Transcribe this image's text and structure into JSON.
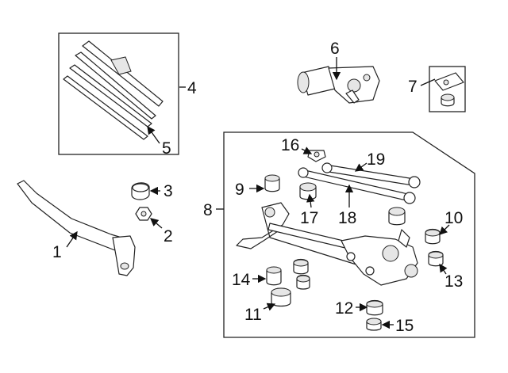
{
  "diagram": {
    "callouts": [
      {
        "id": "c1",
        "text": "1"
      },
      {
        "id": "c2",
        "text": "2"
      },
      {
        "id": "c3",
        "text": "3"
      },
      {
        "id": "c4",
        "text": "4"
      },
      {
        "id": "c5",
        "text": "5"
      },
      {
        "id": "c6",
        "text": "6"
      },
      {
        "id": "c7",
        "text": "7"
      },
      {
        "id": "c8",
        "text": "8"
      },
      {
        "id": "c9",
        "text": "9"
      },
      {
        "id": "c10",
        "text": "10"
      },
      {
        "id": "c11",
        "text": "11"
      },
      {
        "id": "c12",
        "text": "12"
      },
      {
        "id": "c13",
        "text": "13"
      },
      {
        "id": "c14",
        "text": "14"
      },
      {
        "id": "c15",
        "text": "15"
      },
      {
        "id": "c16",
        "text": "16"
      },
      {
        "id": "c17",
        "text": "17"
      },
      {
        "id": "c18",
        "text": "18"
      },
      {
        "id": "c19",
        "text": "19"
      }
    ]
  }
}
